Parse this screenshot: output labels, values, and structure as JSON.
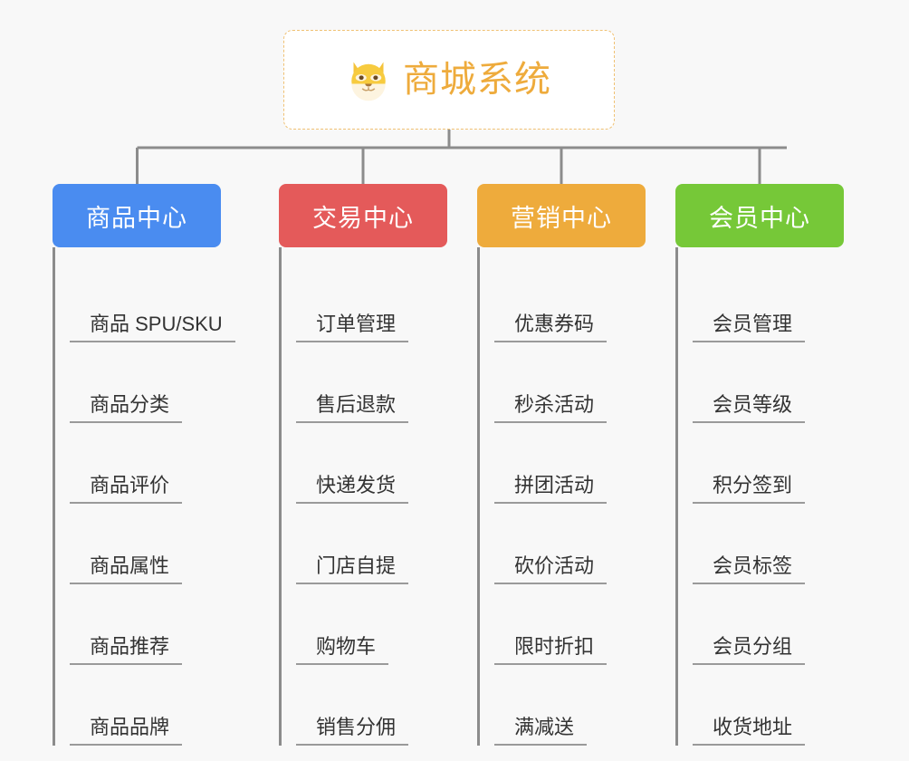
{
  "diagram": {
    "type": "org-tree",
    "root": {
      "title": "商城系统",
      "icon": "dog-face-icon",
      "text_color": "#eeab3c",
      "border_color": "#f0c173",
      "background": "#ffffff"
    },
    "connector_color": "#8c8c8c",
    "canvas_background": "#f8f8f8",
    "branches": [
      {
        "label": "商品中心",
        "color": "#4a8cf0",
        "items": [
          "商品 SPU/SKU",
          "商品分类",
          "商品评价",
          "商品属性",
          "商品推荐",
          "商品品牌"
        ]
      },
      {
        "label": "交易中心",
        "color": "#e45a5a",
        "items": [
          "订单管理",
          "售后退款",
          "快递发货",
          "门店自提",
          "购物车",
          "销售分佣"
        ]
      },
      {
        "label": "营销中心",
        "color": "#eeab3c",
        "items": [
          "优惠券码",
          "秒杀活动",
          "拼团活动",
          "砍价活动",
          "限时折扣",
          "满减送"
        ]
      },
      {
        "label": "会员中心",
        "color": "#76c838",
        "items": [
          "会员管理",
          "会员等级",
          "积分签到",
          "会员标签",
          "会员分组",
          "收货地址"
        ]
      }
    ]
  }
}
